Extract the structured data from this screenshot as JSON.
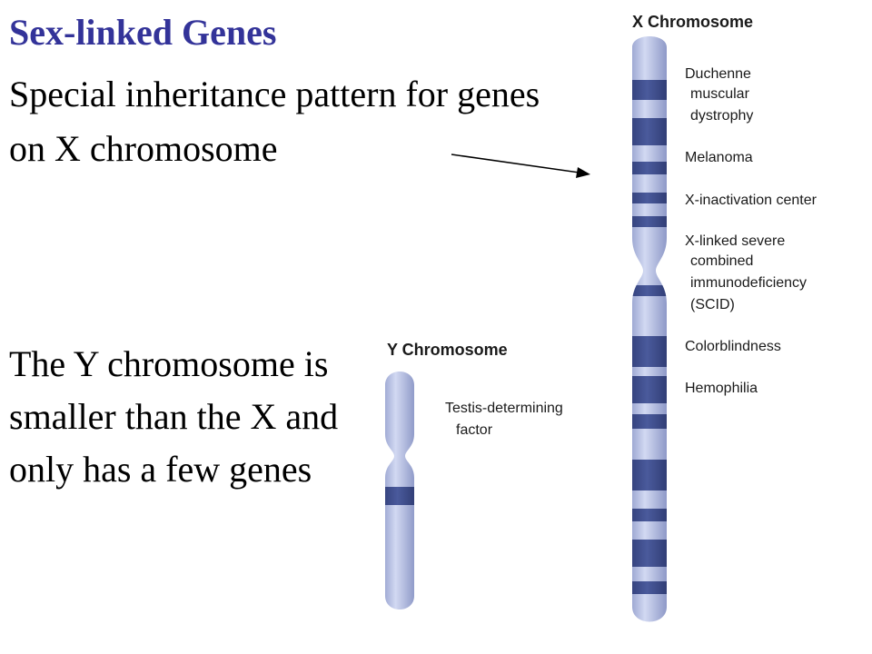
{
  "slide": {
    "title": "Sex-linked Genes",
    "subtitle": "Special inheritance pattern for genes on X chromosome",
    "body": "The Y chromosome is smaller than the X and only has a few genes"
  },
  "x_chromosome": {
    "title": "X Chromosome",
    "labels": [
      [
        "Duchenne",
        "muscular",
        "dystrophy"
      ],
      [
        "Melanoma"
      ],
      [
        "X-inactivation center"
      ],
      [
        "X-linked severe",
        "combined",
        "immunodeficiency",
        "(SCID)"
      ],
      [
        "Colorblindness"
      ],
      [
        "Hemophilia"
      ]
    ]
  },
  "y_chromosome": {
    "title": "Y Chromosome",
    "labels": [
      [
        "Testis-determining",
        "factor"
      ]
    ]
  },
  "colors": {
    "title": "#333399",
    "chromosome_light": "#a9b4dd",
    "chromosome_band": "#3e4d8c"
  }
}
